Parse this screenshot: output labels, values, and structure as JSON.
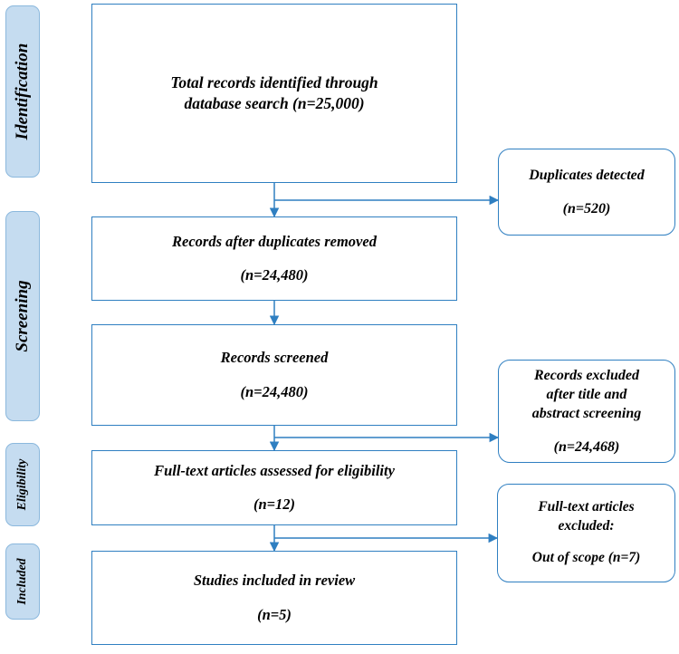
{
  "diagram": {
    "type": "prisma-flow-diagram",
    "accent_color": "#2f7fc1",
    "stage_fill_color": "#c5dcf0",
    "stages": [
      {
        "id": "identification",
        "label": "Identification"
      },
      {
        "id": "screening",
        "label": "Screening"
      },
      {
        "id": "eligibility",
        "label": "Eligibility"
      },
      {
        "id": "included",
        "label": "Included"
      }
    ],
    "boxes": [
      {
        "id": "total-records",
        "lines": [
          "Total records identified through",
          "database search (n=25,000)"
        ]
      },
      {
        "id": "duplicates-detected",
        "lines": [
          "Duplicates detected",
          "(n=520)"
        ]
      },
      {
        "id": "records-after-duplicates",
        "lines": [
          "Records after duplicates removed",
          "(n=24,480)"
        ]
      },
      {
        "id": "records-screened",
        "lines": [
          "Records screened",
          "(n=24,480)"
        ]
      },
      {
        "id": "records-excluded",
        "lines": [
          "Records excluded",
          "after title and",
          "abstract screening",
          "(n=24,468)"
        ]
      },
      {
        "id": "full-text-assessed",
        "lines": [
          "Full-text articles assessed for eligibility",
          "(n=12)"
        ]
      },
      {
        "id": "full-text-excluded",
        "lines": [
          "Full-text articles",
          "excluded:",
          "Out of scope (n=7)"
        ]
      },
      {
        "id": "studies-included",
        "lines": [
          "Studies included in review",
          "(n=5)"
        ]
      }
    ]
  }
}
